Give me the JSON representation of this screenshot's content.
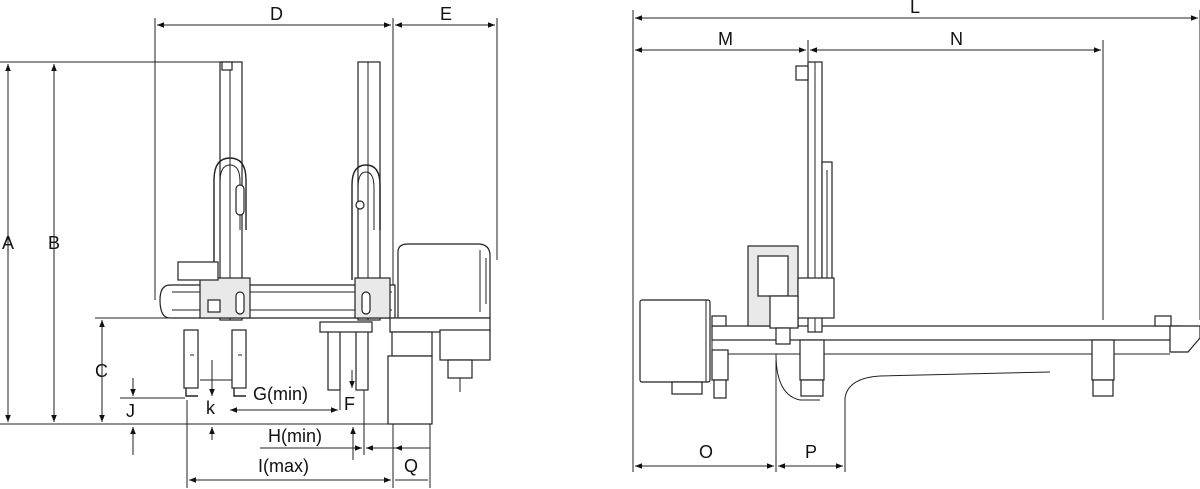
{
  "labels": {
    "A": "A",
    "B": "B",
    "C": "C",
    "D": "D",
    "E": "E",
    "F": "F",
    "G": "G(min)",
    "H": "H(min)",
    "I": "I(max)",
    "J": "J",
    "k": "k",
    "L": "L",
    "M": "M",
    "N": "N",
    "O": "O",
    "P": "P",
    "Q": "Q"
  }
}
